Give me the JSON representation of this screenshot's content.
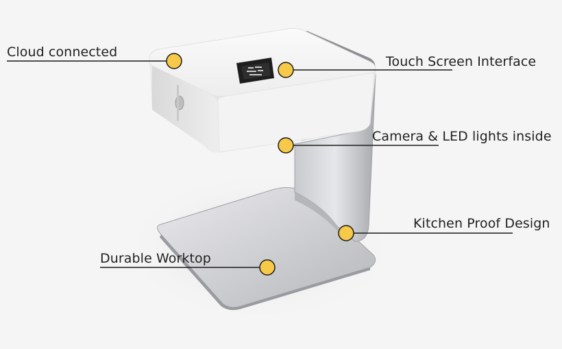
{
  "callouts": {
    "cloud": {
      "label": "Cloud connected"
    },
    "touch": {
      "label": "Touch Screen Interface"
    },
    "camera": {
      "label": "Camera & LED lights inside"
    },
    "kitchen": {
      "label": "Kitchen Proof Design"
    },
    "worktop": {
      "label": "Durable Worktop"
    }
  },
  "colors": {
    "background": "#f5f5f5",
    "marker": "#f7c948",
    "marker_stroke": "#1a1a1a",
    "leader": "#1a1a1a"
  }
}
